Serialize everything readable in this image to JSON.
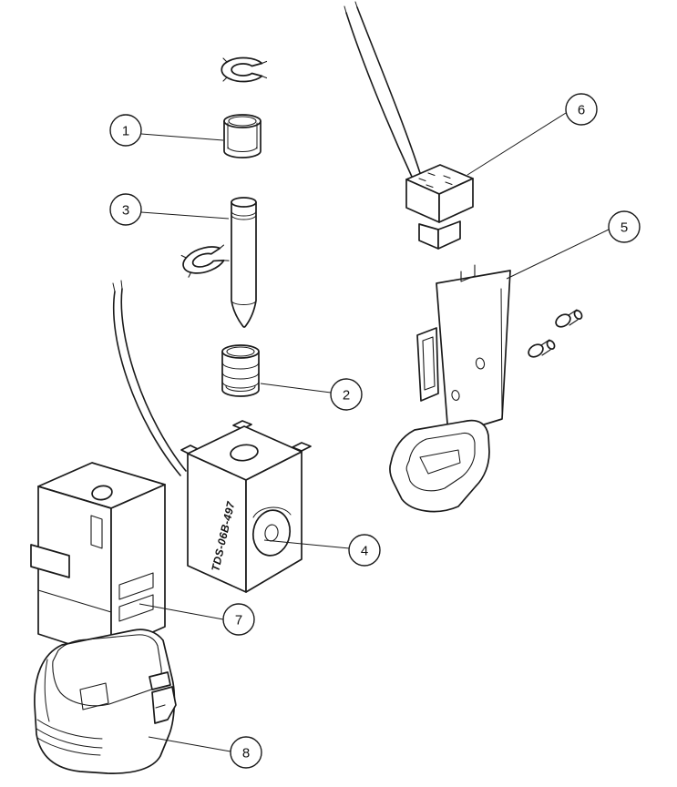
{
  "diagram": {
    "background": "#ffffff",
    "line_color": "#1a1a1a",
    "part_label": "TDS-06B-497",
    "callouts": [
      {
        "number": "1"
      },
      {
        "number": "2"
      },
      {
        "number": "3"
      },
      {
        "number": "4"
      },
      {
        "number": "5"
      },
      {
        "number": "6"
      },
      {
        "number": "7"
      },
      {
        "number": "8"
      }
    ]
  }
}
